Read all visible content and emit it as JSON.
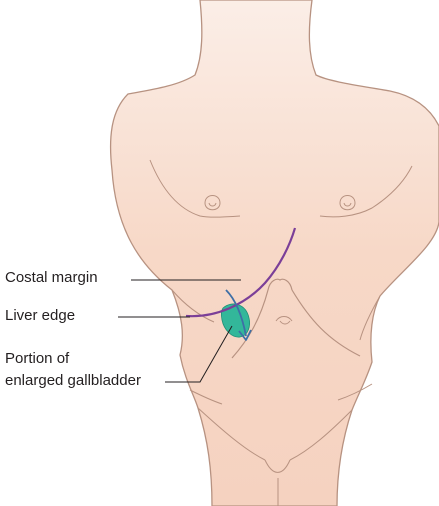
{
  "labels": {
    "costal_margin": "Costal margin",
    "liver_edge": "Liver edge",
    "gallbladder_line1": "Portion of",
    "gallbladder_line2": "enlarged gallbladder"
  },
  "colors": {
    "skin_top": "#f9e6dc",
    "skin_bottom": "#f6d6c6",
    "outline": "#b79281",
    "liver_edge": "#7b3f98",
    "gallbladder": "#33b79a",
    "arrow": "#3e6fa6",
    "leader_line": "#231f20"
  }
}
